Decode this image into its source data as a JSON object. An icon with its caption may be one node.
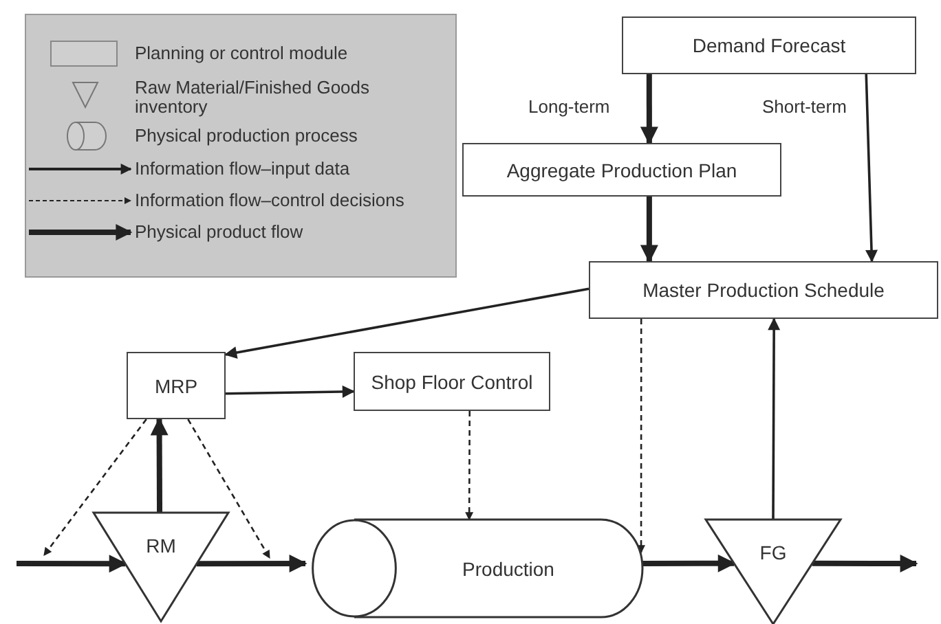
{
  "diagram": {
    "nodes": [
      {
        "text": [
          "Demand Forecast"
        ]
      },
      {
        "text": [
          "Aggregate Production Plan"
        ]
      },
      {
        "text": [
          "Master Production Schedule"
        ]
      },
      {
        "text": [
          "MRP"
        ]
      },
      {
        "text": [
          "Shop Floor Control"
        ]
      },
      {
        "text": [
          "RM"
        ]
      },
      {
        "text": [
          "Production"
        ]
      },
      {
        "text": [
          "FG"
        ]
      }
    ],
    "edges": [
      {
        "from": 0,
        "to": 1,
        "arrow": "to",
        "label": "Long-term",
        "style": "thick"
      },
      {
        "from": 0,
        "to": 2,
        "arrow": "to",
        "label": "Short-term"
      },
      {
        "from": 1,
        "to": 2,
        "arrow": "to",
        "style": "thick"
      },
      {
        "from": 2,
        "to": 3,
        "arrow": "to"
      },
      {
        "from": 3,
        "to": 4,
        "arrow": "to"
      },
      {
        "from": 5,
        "to": 3,
        "arrow": "to",
        "style": "thick"
      },
      {
        "from": 3,
        "to": null,
        "arrow": "to",
        "style": "dashed"
      },
      {
        "from": 3,
        "to": null,
        "arrow": "to",
        "style": "dashed"
      },
      {
        "from": 4,
        "to": 6,
        "arrow": "to",
        "style": "dashed"
      },
      {
        "from": 2,
        "to": 6,
        "arrow": "to",
        "style": "dashed"
      },
      {
        "from": 7,
        "to": 2,
        "arrow": "to"
      },
      {
        "from": null,
        "to": 5,
        "arrow": "to",
        "style": "thick"
      },
      {
        "from": 5,
        "to": 6,
        "arrow": "to",
        "style": "thick"
      },
      {
        "from": 6,
        "to": 7,
        "arrow": "to",
        "style": "thick"
      },
      {
        "from": 7,
        "to": null,
        "arrow": "to",
        "style": "thick"
      }
    ],
    "legend": [
      {
        "text": "Planning or control module"
      },
      {
        "text": "Raw Material/Finished Goods inventory"
      },
      {
        "text": "Physical production process"
      },
      {
        "text": "Information flow–input data"
      },
      {
        "text": "Information flow–control decisions"
      },
      {
        "text": "Physical product flow"
      }
    ]
  }
}
